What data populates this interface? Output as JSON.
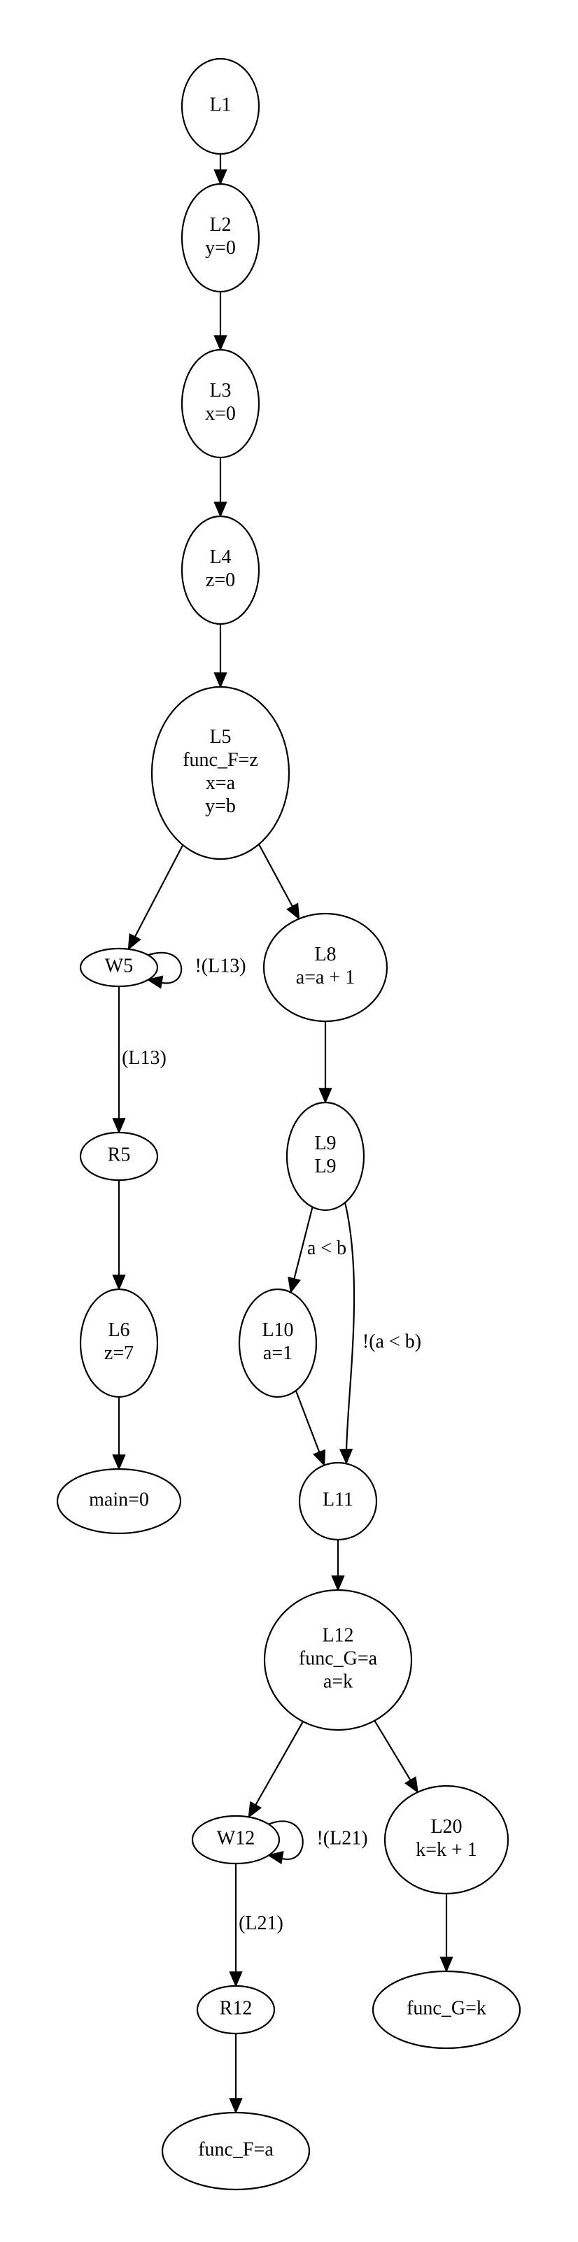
{
  "nodes": {
    "L1": {
      "lines": [
        "L1"
      ]
    },
    "L2": {
      "lines": [
        "L2",
        "y=0"
      ]
    },
    "L3": {
      "lines": [
        "L3",
        "x=0"
      ]
    },
    "L4": {
      "lines": [
        "L4",
        "z=0"
      ]
    },
    "L5": {
      "lines": [
        "L5",
        "func_F=z",
        "x=a",
        "y=b"
      ]
    },
    "W5": {
      "lines": [
        "W5"
      ]
    },
    "L8": {
      "lines": [
        "L8",
        "a=a + 1"
      ]
    },
    "R5": {
      "lines": [
        "R5"
      ]
    },
    "L9": {
      "lines": [
        "L9",
        "L9"
      ]
    },
    "L6": {
      "lines": [
        "L6",
        "z=7"
      ]
    },
    "L10": {
      "lines": [
        "L10",
        "a=1"
      ]
    },
    "main": {
      "lines": [
        "main=0"
      ]
    },
    "L11": {
      "lines": [
        "L11"
      ]
    },
    "L12": {
      "lines": [
        "L12",
        "func_G=a",
        "a=k"
      ]
    },
    "W12": {
      "lines": [
        "W12"
      ]
    },
    "L20": {
      "lines": [
        "L20",
        "k=k + 1"
      ]
    },
    "R12": {
      "lines": [
        "R12"
      ]
    },
    "funcG": {
      "lines": [
        "func_G=k"
      ]
    },
    "funcF": {
      "lines": [
        "func_F=a"
      ]
    }
  },
  "edges": [
    {
      "from": "L1",
      "to": "L2",
      "label": ""
    },
    {
      "from": "L2",
      "to": "L3",
      "label": ""
    },
    {
      "from": "L3",
      "to": "L4",
      "label": ""
    },
    {
      "from": "L4",
      "to": "L5",
      "label": ""
    },
    {
      "from": "L5",
      "to": "W5",
      "label": ""
    },
    {
      "from": "L5",
      "to": "L8",
      "label": ""
    },
    {
      "from": "W5",
      "to": "W5",
      "label": "!(L13)"
    },
    {
      "from": "W5",
      "to": "R5",
      "label": "(L13)"
    },
    {
      "from": "L8",
      "to": "L9",
      "label": ""
    },
    {
      "from": "R5",
      "to": "L6",
      "label": ""
    },
    {
      "from": "L9",
      "to": "L10",
      "label": "a < b"
    },
    {
      "from": "L9",
      "to": "L11",
      "label": "!(a < b)"
    },
    {
      "from": "L6",
      "to": "main",
      "label": ""
    },
    {
      "from": "L10",
      "to": "L11",
      "label": ""
    },
    {
      "from": "L11",
      "to": "L12",
      "label": ""
    },
    {
      "from": "L12",
      "to": "W12",
      "label": ""
    },
    {
      "from": "L12",
      "to": "L20",
      "label": ""
    },
    {
      "from": "W12",
      "to": "W12",
      "label": "!(L21)"
    },
    {
      "from": "W12",
      "to": "R12",
      "label": "(L21)"
    },
    {
      "from": "L20",
      "to": "funcG",
      "label": ""
    },
    {
      "from": "R12",
      "to": "funcF",
      "label": ""
    }
  ]
}
